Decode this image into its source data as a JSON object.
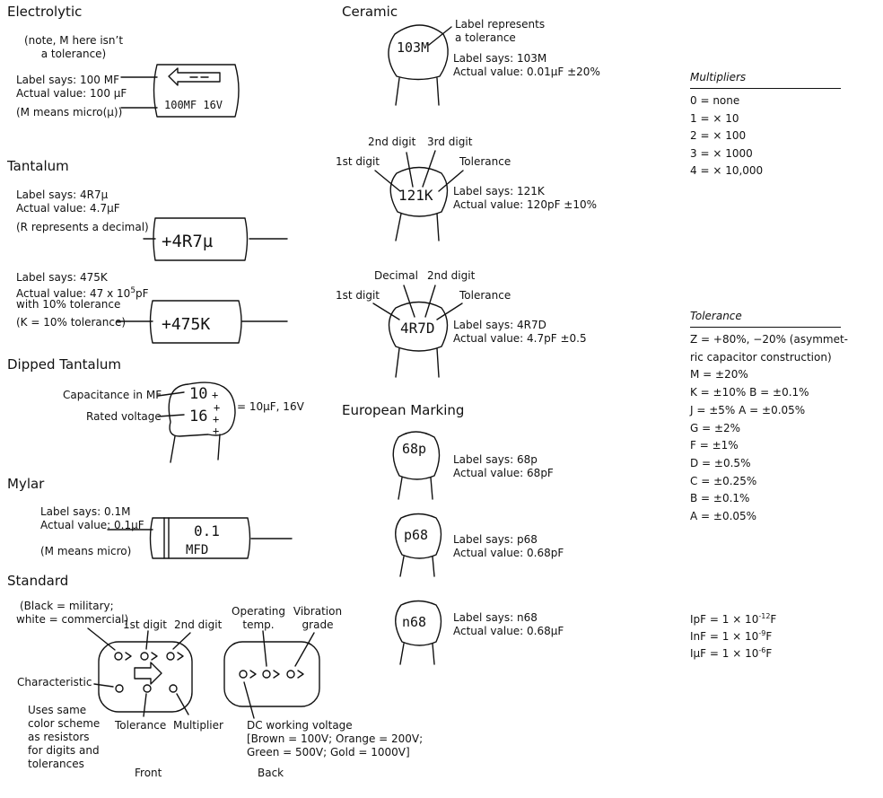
{
  "electrolytic": {
    "heading": "Electrolytic",
    "note1": "(note, M here isn’t",
    "note2": "a tolerance)",
    "label_says": "Label says: 100 MF",
    "actual": "Actual value: 100 µF",
    "means": "(M means micro(µ))",
    "marking": "100MF 16V"
  },
  "tantalum": {
    "heading": "Tantalum",
    "a_label": "Label says: 4R7µ",
    "a_actual": "Actual value: 4.7µF",
    "a_note": "(R represents a decimal)",
    "a_marking": "+4R7µ",
    "b_label": "Label says: 475K",
    "b_actual_pre": "Actual value: 47 x 10",
    "b_actual_sup": "5",
    "b_actual_post": "pF",
    "b_with": "with 10% tolerance",
    "b_note": "(K = 10% tolerance)",
    "b_marking": "+475K"
  },
  "dipped": {
    "heading": "Dipped Tantalum",
    "cap_label": "Capacitance in MF",
    "volt_label": "Rated voltage",
    "result": "= 10µF, 16V",
    "mark_cap": "10",
    "mark_volt": "16"
  },
  "mylar": {
    "heading": "Mylar",
    "label_says": "Label says: 0.1M",
    "actual": "Actual value: 0.1µF",
    "means": "(M means micro)",
    "mark_line1": "0.1",
    "mark_line2": "MFD"
  },
  "standard": {
    "heading": "Standard",
    "black_military": "(Black = military;",
    "white_commercial": "white = commercial)",
    "first_digit": "1st digit",
    "second_digit": "2nd digit",
    "characteristic": "Characteristic",
    "uses1": "Uses same",
    "uses2": "color scheme",
    "uses3": "as resistors",
    "uses4": "for digits and",
    "uses5": "tolerances",
    "tolerance": "Tolerance",
    "multiplier": "Multiplier",
    "front": "Front",
    "operating1": "Operating",
    "operating2": "temp.",
    "vibration1": "Vibration",
    "vibration2": "grade",
    "dc1": "DC working voltage",
    "dc2": "[Brown = 100V; Orange = 200V;",
    "dc3": "Green = 500V; Gold = 1000V]",
    "back": "Back"
  },
  "ceramic": {
    "heading": "Ceramic",
    "a_represents1": "Label represents",
    "a_represents2": "a tolerance",
    "a_label": "Label says: 103M",
    "a_actual": "Actual value: 0.01µF ±20%",
    "a_marking": "103M",
    "b_1st": "1st digit",
    "b_2nd": "2nd digit",
    "b_3rd": "3rd digit",
    "b_tol": "Tolerance",
    "b_label": "Label says: 121K",
    "b_actual": "Actual value: 120pF ±10%",
    "b_marking": "121K",
    "c_decimal": "Decimal",
    "c_2nd": "2nd digit",
    "c_1st": "1st digit",
    "c_tol": "Tolerance",
    "c_label": "Label says: 4R7D",
    "c_actual": "Actual value: 4.7pF ±0.5",
    "c_marking": "4R7D"
  },
  "european": {
    "heading": "European Marking",
    "a_label": "Label says: 68p",
    "a_actual": "Actual value: 68pF",
    "a_marking": "68p",
    "b_label": "Label says: p68",
    "b_actual": "Actual value: 0.68pF",
    "b_marking": "p68",
    "c_label": "Label says: n68",
    "c_actual": "Actual value: 0.68µF",
    "c_marking": "n68"
  },
  "multipliers": {
    "heading": "Multipliers",
    "items": [
      "0 = none",
      "1 = × 10",
      "2 = × 100",
      "3 = × 1000",
      "4 = × 10,000"
    ]
  },
  "tolerance_table": {
    "heading": "Tolerance",
    "items": [
      "Z = +80%, −20% (asymmet-",
      "ric capacitor construction)",
      "M = ±20%",
      "K = ±10% B = ±0.1%",
      "J = ±5% A = ±0.05%",
      "G = ±2%",
      "F = ±1%",
      "D = ±0.5%",
      "C = ±0.25%",
      "B = ±0.1%",
      "A = ±0.05%"
    ]
  },
  "units": {
    "pf_pre": "IpF = 1 × 10",
    "pf_exp": "-12",
    "pf_post": "F",
    "nf_pre": "InF = 1 × 10",
    "nf_exp": "-9",
    "nf_post": "F",
    "uf_pre": "IµF = 1 × 10",
    "uf_exp": "-6",
    "uf_post": "F"
  }
}
